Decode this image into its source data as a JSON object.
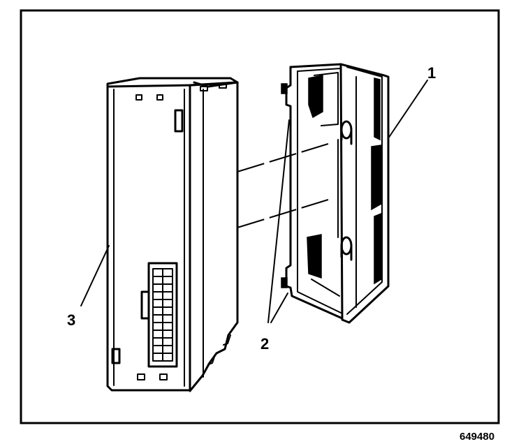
{
  "callouts": {
    "one": "1",
    "two": "2",
    "three": "3"
  },
  "figure_number": "649480"
}
